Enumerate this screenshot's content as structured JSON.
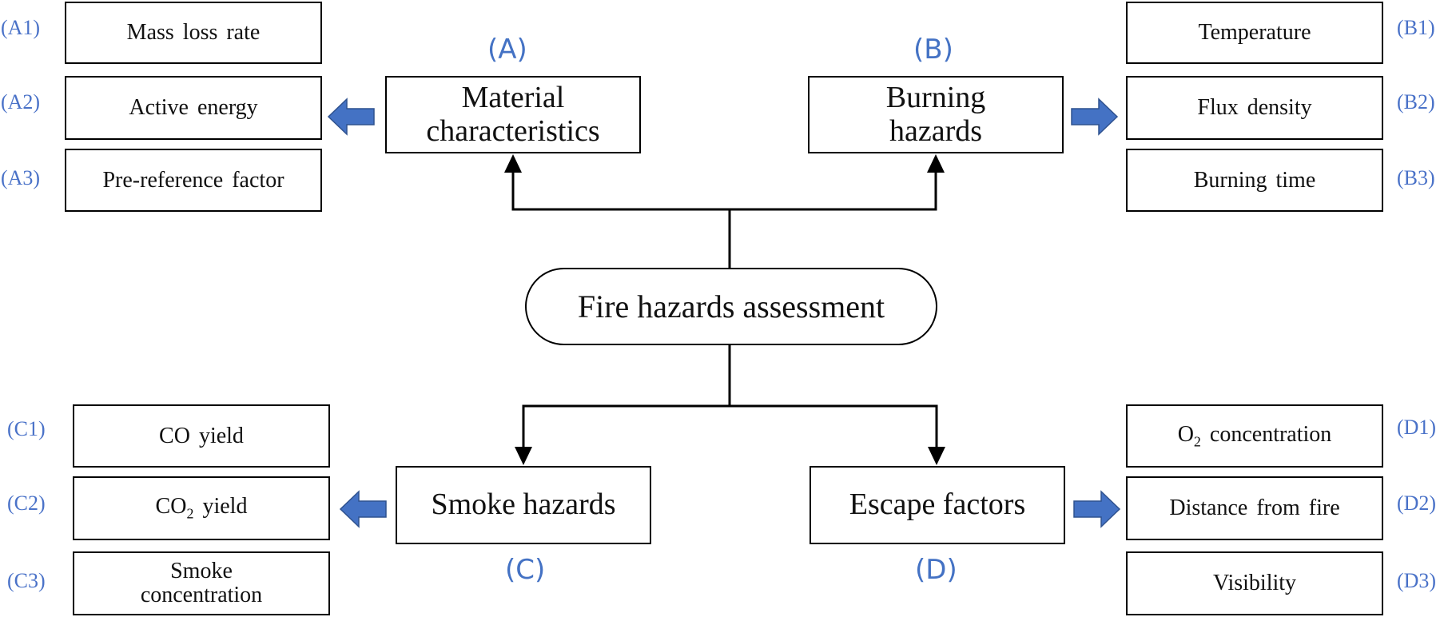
{
  "center": {
    "label": "Fire hazards assessment"
  },
  "categories": {
    "a": {
      "tag": "(A)",
      "line1": "Material",
      "line2": "characteristics"
    },
    "b": {
      "tag": "(B)",
      "line1": "Burning",
      "line2": "hazards"
    },
    "c": {
      "tag": "(C)",
      "label": "Smoke hazards"
    },
    "d": {
      "tag": "(D)",
      "label": "Escape factors"
    }
  },
  "leaves": {
    "a1": {
      "tag": "(A1)",
      "label": "Mass loss rate"
    },
    "a2": {
      "tag": "(A2)",
      "label": "Active energy"
    },
    "a3": {
      "tag": "(A3)",
      "label": "Pre-reference factor"
    },
    "b1": {
      "tag": "(B1)",
      "label": "Temperature"
    },
    "b2": {
      "tag": "(B2)",
      "label": "Flux density"
    },
    "b3": {
      "tag": "(B3)",
      "label": "Burning time"
    },
    "c1": {
      "tag": "(C1)",
      "label": "CO yield"
    },
    "c2": {
      "tag": "(C2)",
      "pre": "CO",
      "sub": "2",
      "post": " yield"
    },
    "c3": {
      "tag": "(C3)",
      "line1": "Smoke",
      "line2": "concentration"
    },
    "d1": {
      "tag": "(D1)",
      "pre": "O",
      "sub": "2",
      "post": " concentration"
    },
    "d2": {
      "tag": "(D2)",
      "label": "Distance from fire"
    },
    "d3": {
      "tag": "(D3)",
      "label": "Visibility"
    }
  },
  "colors": {
    "accent": "#4472c4",
    "tag_text": "#4a72c8",
    "stroke": "#000000"
  }
}
